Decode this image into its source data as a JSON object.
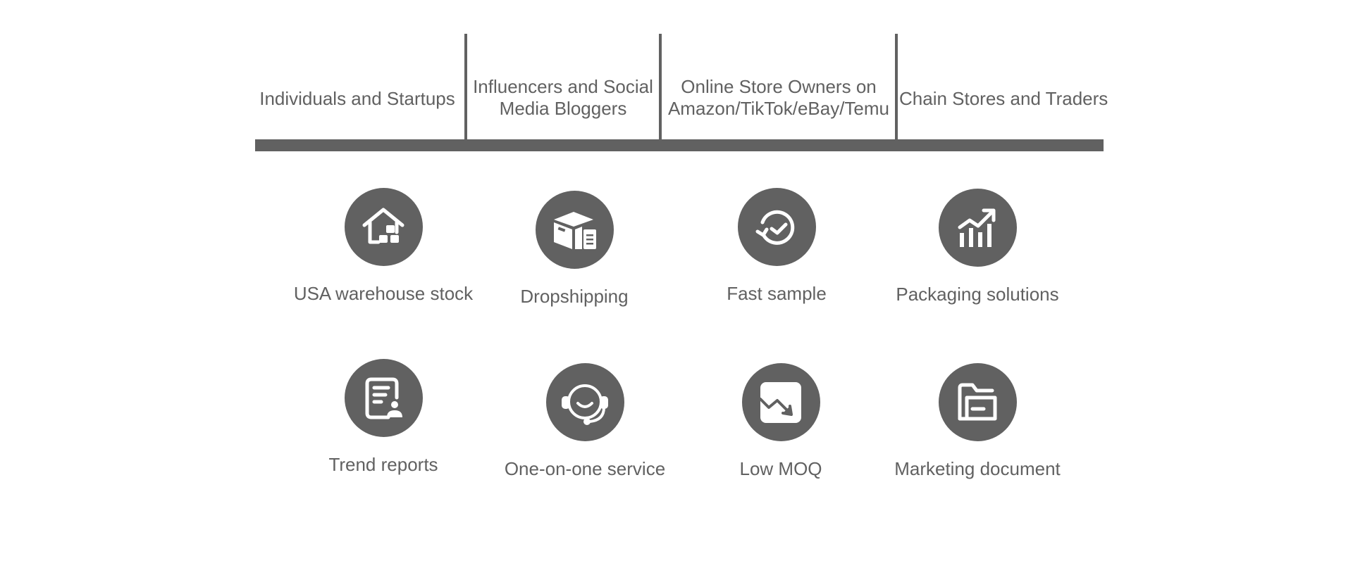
{
  "segments": [
    {
      "lines": [
        "Individuals and Startups"
      ]
    },
    {
      "lines": [
        "Influencers and Social",
        "Media Bloggers"
      ]
    },
    {
      "lines": [
        "Online Store Owners on",
        "Amazon/TikTok/eBay/Temu"
      ]
    },
    {
      "lines": [
        "Chain Stores and Traders"
      ]
    }
  ],
  "services": [
    {
      "label": "USA warehouse stock",
      "icon": "warehouse-house-icon"
    },
    {
      "label": "Dropshipping",
      "icon": "box-package-icon"
    },
    {
      "label": "Fast sample",
      "icon": "clock-refresh-icon"
    },
    {
      "label": "Packaging solutions",
      "icon": "growth-chart-icon"
    },
    {
      "label": "Trend reports",
      "icon": "report-document-icon"
    },
    {
      "label": "One-on-one service",
      "icon": "headset-support-icon"
    },
    {
      "label": "Low MOQ",
      "icon": "downtrend-chart-icon"
    },
    {
      "label": "Marketing document",
      "icon": "folder-icon"
    }
  ],
  "colors": {
    "primary_gray": "#616161",
    "background": "#ffffff"
  }
}
